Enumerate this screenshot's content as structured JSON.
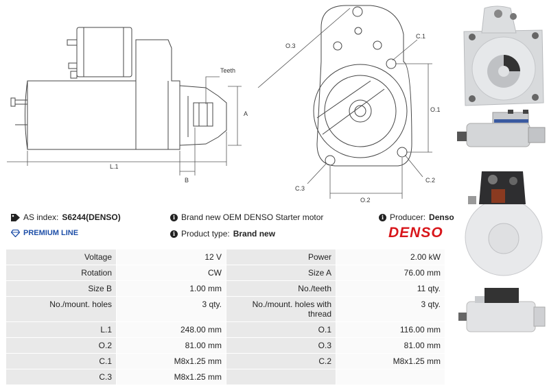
{
  "drawing_labels": {
    "teeth": "Teeth",
    "a": "A",
    "b": "B",
    "l1": "L.1",
    "o1": "O.1",
    "o2": "O.2",
    "o3": "O.3",
    "c1": "C.1",
    "c2": "C.2",
    "c3": "C.3"
  },
  "info": {
    "as_index_label": "AS index:",
    "as_index_value": "S6244(DENSO)",
    "premium": "PREMIUM LINE",
    "description": "Brand new OEM DENSO Starter motor",
    "product_type_label": "Product type:",
    "product_type_value": "Brand new",
    "producer_label": "Producer:",
    "producer_value": "Denso",
    "logo_text": "DENSO"
  },
  "specs": [
    {
      "l1": "Voltage",
      "v1": "12 V",
      "l2": "Power",
      "v2": "2.00 kW"
    },
    {
      "l1": "Rotation",
      "v1": "CW",
      "l2": "Size A",
      "v2": "76.00 mm"
    },
    {
      "l1": "Size B",
      "v1": "1.00 mm",
      "l2": "No./teeth",
      "v2": "11 qty."
    },
    {
      "l1": "No./mount. holes",
      "v1": "3 qty.",
      "l2": "No./mount. holes with thread",
      "v2": "3 qty."
    },
    {
      "l1": "L.1",
      "v1": "248.00 mm",
      "l2": "O.1",
      "v2": "116.00 mm"
    },
    {
      "l1": "O.2",
      "v1": "81.00 mm",
      "l2": "O.3",
      "v2": "81.00 mm"
    },
    {
      "l1": "C.1",
      "v1": "M8x1.25 mm",
      "l2": "C.2",
      "v2": "M8x1.25 mm"
    },
    {
      "l1": "C.3",
      "v1": "M8x1.25 mm",
      "l2": "",
      "v2": ""
    }
  ]
}
